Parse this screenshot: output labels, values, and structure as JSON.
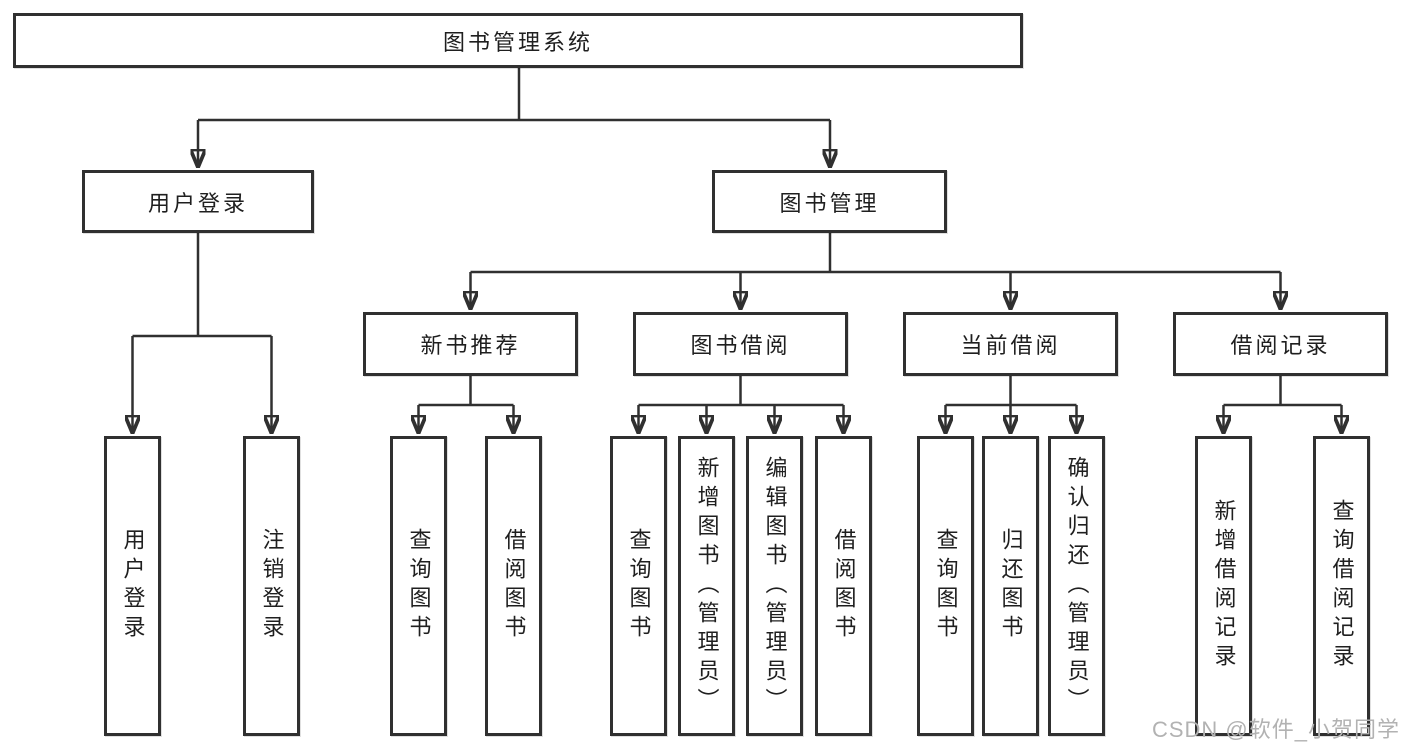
{
  "diagram_title": "图书管理系统",
  "colors": {
    "line": "#303030",
    "text": "#1f1f1f",
    "background": "#ffffff",
    "watermark": "#b2b2b2"
  },
  "tree": {
    "label": "图书管理系统",
    "children": [
      {
        "label": "用户登录",
        "children": [
          {
            "label": "用户登录"
          },
          {
            "label": "注销登录"
          }
        ]
      },
      {
        "label": "图书管理",
        "children": [
          {
            "label": "新书推荐",
            "children": [
              {
                "label": "查询图书"
              },
              {
                "label": "借阅图书"
              }
            ]
          },
          {
            "label": "图书借阅",
            "children": [
              {
                "label": "查询图书"
              },
              {
                "label": "新增图书（管理员）"
              },
              {
                "label": "编辑图书（管理员）"
              },
              {
                "label": "借阅图书"
              }
            ]
          },
          {
            "label": "当前借阅",
            "children": [
              {
                "label": "查询图书"
              },
              {
                "label": "归还图书"
              },
              {
                "label": "确认归还（管理员）"
              }
            ]
          },
          {
            "label": "借阅记录",
            "children": [
              {
                "label": "新增借阅记录"
              },
              {
                "label": "查询借阅记录"
              }
            ]
          }
        ]
      }
    ]
  },
  "watermark": {
    "text": "CSDN @软件_小贺同学"
  }
}
